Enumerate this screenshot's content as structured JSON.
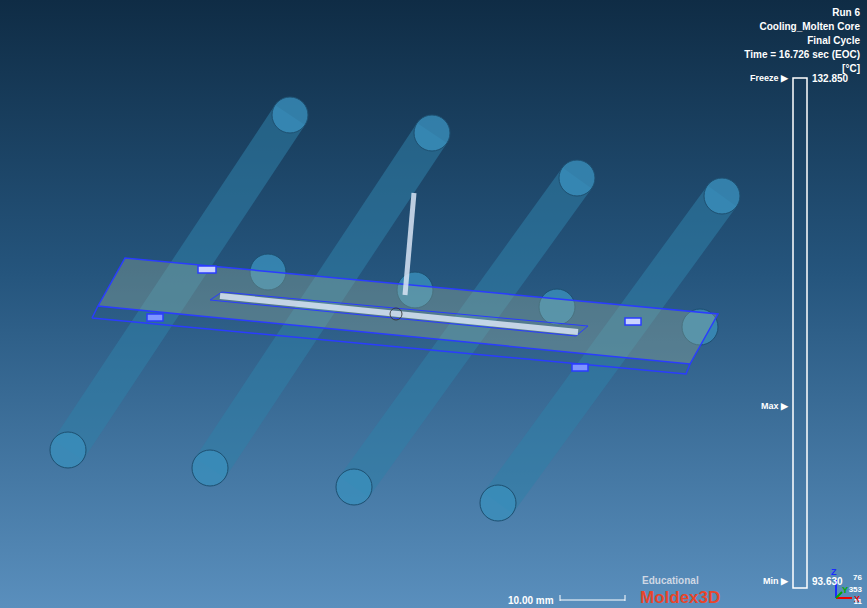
{
  "diagram": {
    "labels": [
      "Run 6",
      "Cooling_Molten Core",
      "Final Cycle",
      "Time = 16.726 sec (EOC)",
      "[°C]",
      "Freeze ▶",
      "132.850",
      "Max ▶",
      "Min ▶",
      "93.630",
      "10.00 mm",
      "Educational",
      "Moldex3D",
      "Z",
      "Y",
      "X",
      "76",
      "353",
      "11"
    ]
  }
}
